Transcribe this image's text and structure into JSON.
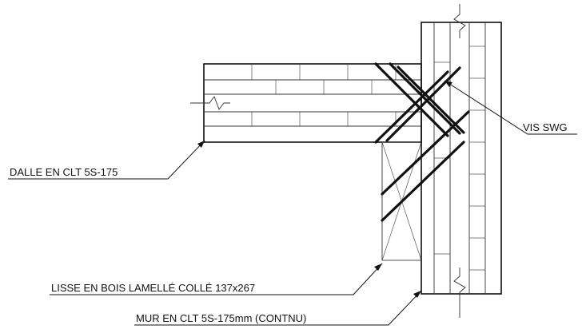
{
  "labels": {
    "slab": "DALLE EN CLT 5S-175",
    "screws": "VIS SWG",
    "sill": "LISSE EN BOIS LAMELLÉ COLLÉ 137x267",
    "wall": "MUR EN CLT 5S-175mm (CONTNU)"
  }
}
